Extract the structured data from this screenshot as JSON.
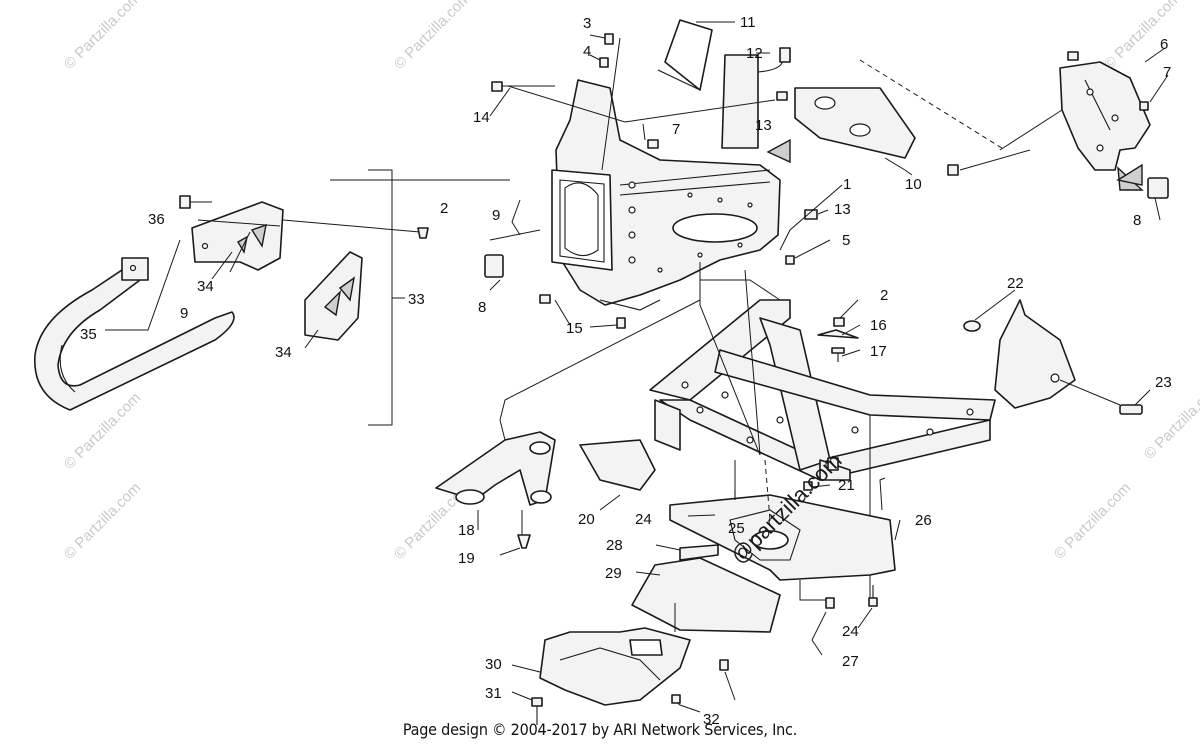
{
  "footer": "Page design © 2004-2017 by ARI Network Services, Inc.",
  "watermark": "© Partzilla.com",
  "watermark_center": "@partzilla.com",
  "callouts": [
    "1",
    "2",
    "3",
    "4",
    "5",
    "6",
    "7",
    "8",
    "9",
    "10",
    "11",
    "12",
    "13",
    "14",
    "15",
    "16",
    "17",
    "18",
    "19",
    "20",
    "21",
    "22",
    "23",
    "24",
    "25",
    "26",
    "27",
    "28",
    "29",
    "30",
    "31",
    "32",
    "33",
    "34",
    "35",
    "36"
  ]
}
